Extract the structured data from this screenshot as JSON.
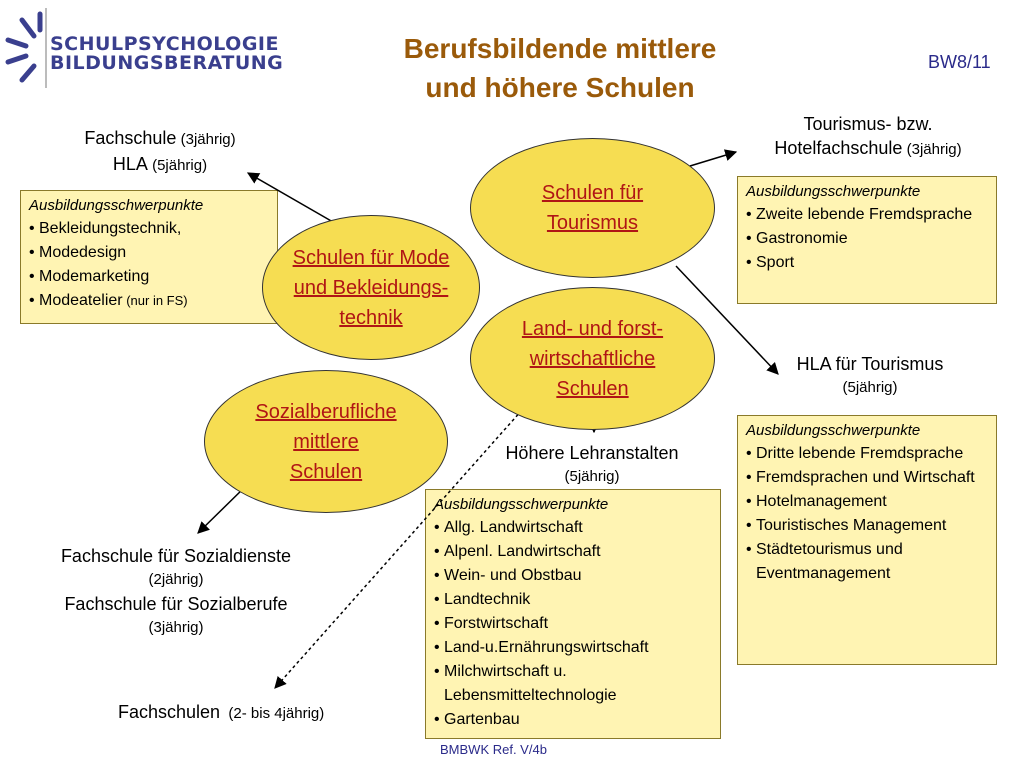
{
  "header": {
    "logo_line1": "SCHULPSYCHOLOGIE",
    "logo_line2": "BILDUNGSBERATUNG",
    "title_line1": "Berufsbildende mittlere",
    "title_line2": "und höhere Schulen",
    "code": "BW8/11"
  },
  "colors": {
    "title": "#9a5a0a",
    "ellipse_fill": "#f6dd52",
    "ellipse_text": "#b01515",
    "box_fill": "#fff4b3",
    "logo": "#3a3f8e"
  },
  "ellipses": {
    "mode": [
      "Schulen für Mode ",
      "und Bekleidungs-",
      "technik"
    ],
    "tourismus": [
      "Schulen für",
      "Tourismus"
    ],
    "landforst": [
      "Land- und forst-",
      "wirtschaftliche",
      "Schulen"
    ],
    "sozial": [
      "Sozialberufliche",
      "mittlere",
      "Schulen"
    ]
  },
  "labels": {
    "mode_top": {
      "line1_main": "Fachschule",
      "line1_small": " (3jährig)",
      "line2_main": "HLA",
      "line2_small": " (5jährig)"
    },
    "tour_top": {
      "line1": "Tourismus- bzw.",
      "line2_main": "Hotelfachschule",
      "line2_small": " (3jährig)"
    },
    "hla_tour": {
      "line1": "HLA für Tourismus",
      "line2": "(5jährig)"
    },
    "hoehere": {
      "line1": "Höhere Lehranstalten",
      "line2": "(5jährig)"
    },
    "sozial_bottom": {
      "line1": "Fachschule für Sozialdienste",
      "line2": "(2jährig)",
      "line3": "Fachschule für Sozialberufe",
      "line4": "(3jährig)"
    },
    "fachschulen": {
      "main": "Fachschulen",
      "small": "  (2- bis 4jährig)"
    }
  },
  "boxes": {
    "heading": "Ausbildungsschwerpunkte",
    "mode": [
      "Bekleidungstechnik,",
      "Modedesign",
      "Modemarketing"
    ],
    "mode_last": {
      "main": "Modeatelier",
      "small": " (nur in FS)"
    },
    "tourismus": [
      "Zweite lebende Fremdsprache",
      "Gastronomie",
      "Sport"
    ],
    "hla": [
      "Dritte lebende Fremdsprache",
      "Fremdsprachen und Wirtschaft",
      "Hotelmanagement",
      "Touristisches Management",
      "Städtetourismus und Eventmanagement"
    ],
    "land": [
      "Allg. Landwirtschaft",
      "Alpenl. Landwirtschaft",
      "Wein- und Obstbau",
      "Landtechnik",
      "Forstwirtschaft",
      "Land-u.Ernährungswirtschaft",
      "Milchwirtschaft u. Lebensmitteltechnologie",
      "Gartenbau"
    ]
  },
  "footer": "BMBWK Ref. V/4b"
}
